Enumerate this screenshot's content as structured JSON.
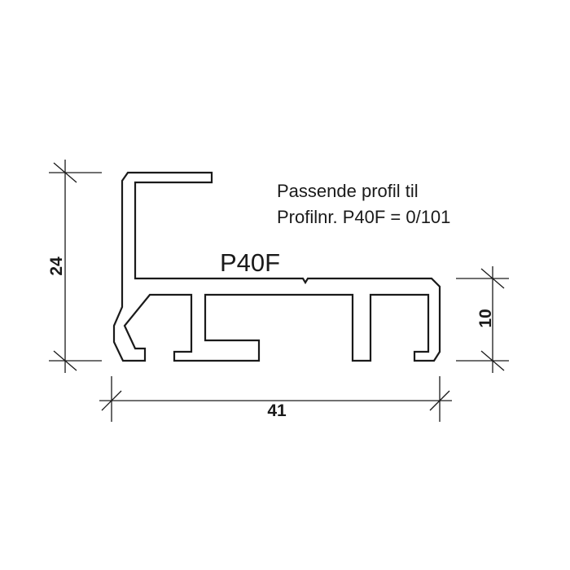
{
  "drawing": {
    "profile_name": "P40F",
    "note_line_1": "Passende profil til",
    "note_line_2": "Profilnr. P40F = 0/101"
  },
  "dimensions": {
    "height_total": "24",
    "height_lower": "10",
    "width_total": "41"
  },
  "colors": {
    "line": "#1a1a1a",
    "background": "#ffffff"
  }
}
